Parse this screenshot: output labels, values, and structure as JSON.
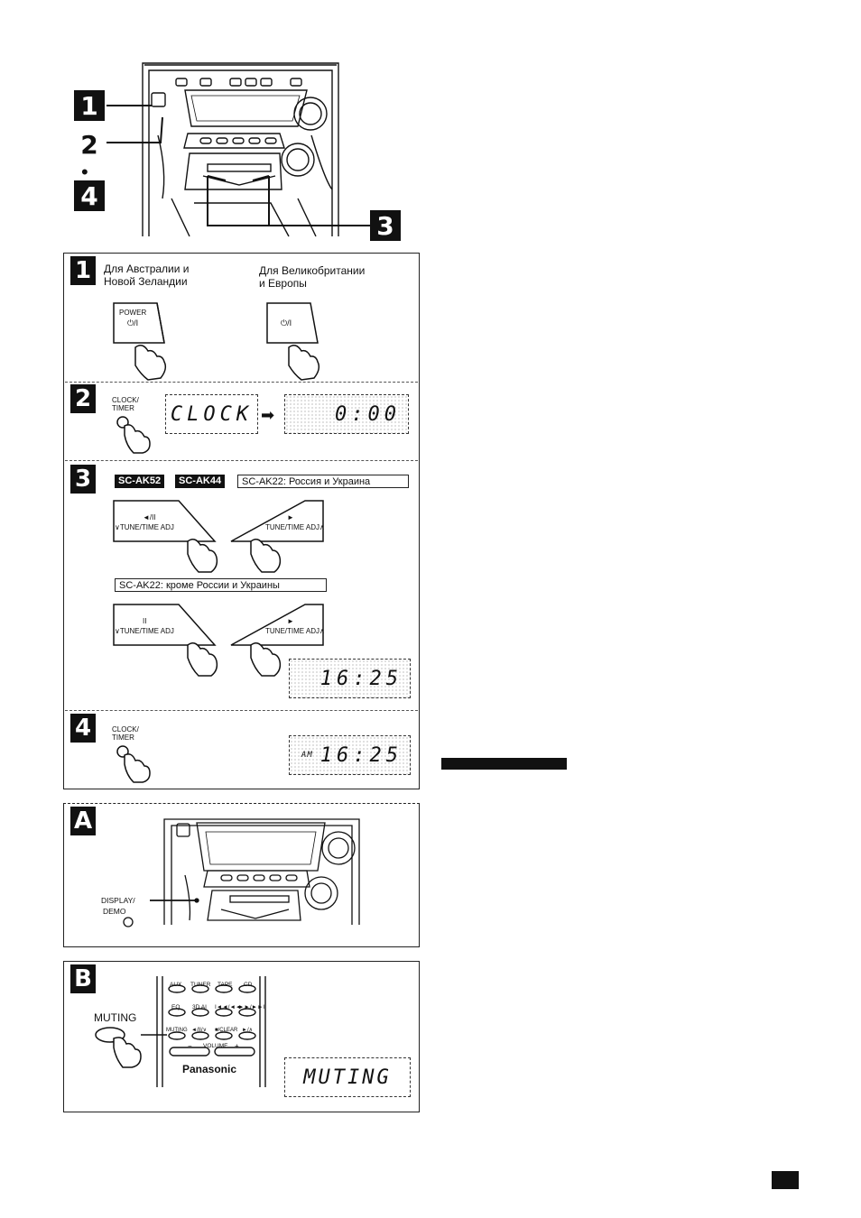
{
  "steps": {
    "s1": "1",
    "s2": "2",
    "s3": "3",
    "s4": "4",
    "bullet": "•",
    "a": "A",
    "b": "B"
  },
  "step1": {
    "region_left": "Для Австралии и\nНовой Зеландии",
    "region_right": "Для Великобритании\nи Европы",
    "power_label": "POWER",
    "power_symbol": "⏻/I"
  },
  "step2": {
    "button_label": "CLOCK/\nTIMER",
    "display_from": "CLOCK",
    "display_to": "0:00",
    "arrow": "➡"
  },
  "step3": {
    "tag_ak52": "SC-AK52",
    "tag_ak44": "SC-AK44",
    "tag_ak22_ru": "SC-AK22: Россия и Украина",
    "tag_ak22_other": "SC-AK22: кроме России и Украины",
    "btn_left_top": "◄/II",
    "btn_left_label": "∨TUNE/TIME ADJ",
    "btn_right_top": "►",
    "btn_right_label": "TUNE/TIME ADJ∧",
    "btn_left_top_b": "II",
    "display_time": "16:25"
  },
  "step4": {
    "button_label": "CLOCK/\nTIMER",
    "display_prefix": "AM",
    "display_time": "16:25"
  },
  "panelA": {
    "display_label": "DISPLAY/",
    "demo_label": "DEMO"
  },
  "panelB": {
    "muting_label": "MUTING",
    "remote_row1": [
      "AUX",
      "TUNER",
      "TAPE",
      "CD"
    ],
    "remote_row2": [
      "EQ",
      "3D AI",
      "I◄◄/◄◄",
      "►►/►►I"
    ],
    "remote_row3": [
      "MUTING",
      "◄/II/∨",
      "■/CLEAR",
      "►/∧"
    ],
    "volume_label": "VOLUME",
    "vol_minus": "−",
    "vol_plus": "+",
    "brand": "Panasonic",
    "display_text": "MUTING"
  }
}
